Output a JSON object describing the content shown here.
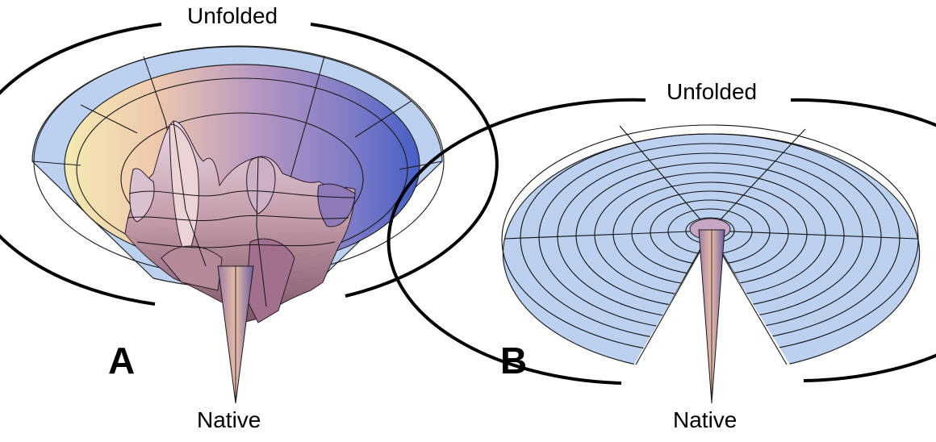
{
  "panels": [
    {
      "letter": "A",
      "top_label": "Unfolded",
      "bottom_label": "Native",
      "surface": "rugged-funnel"
    },
    {
      "letter": "B",
      "top_label": "Unfolded",
      "bottom_label": "Native",
      "surface": "smooth-funnel"
    }
  ],
  "colors": {
    "disk": "#b9cdef",
    "grid": "#1a1a1a",
    "arc": "#000000",
    "warm": "#f6e3a7",
    "mid": "#c9a3bd",
    "cool": "#3d55c0"
  }
}
